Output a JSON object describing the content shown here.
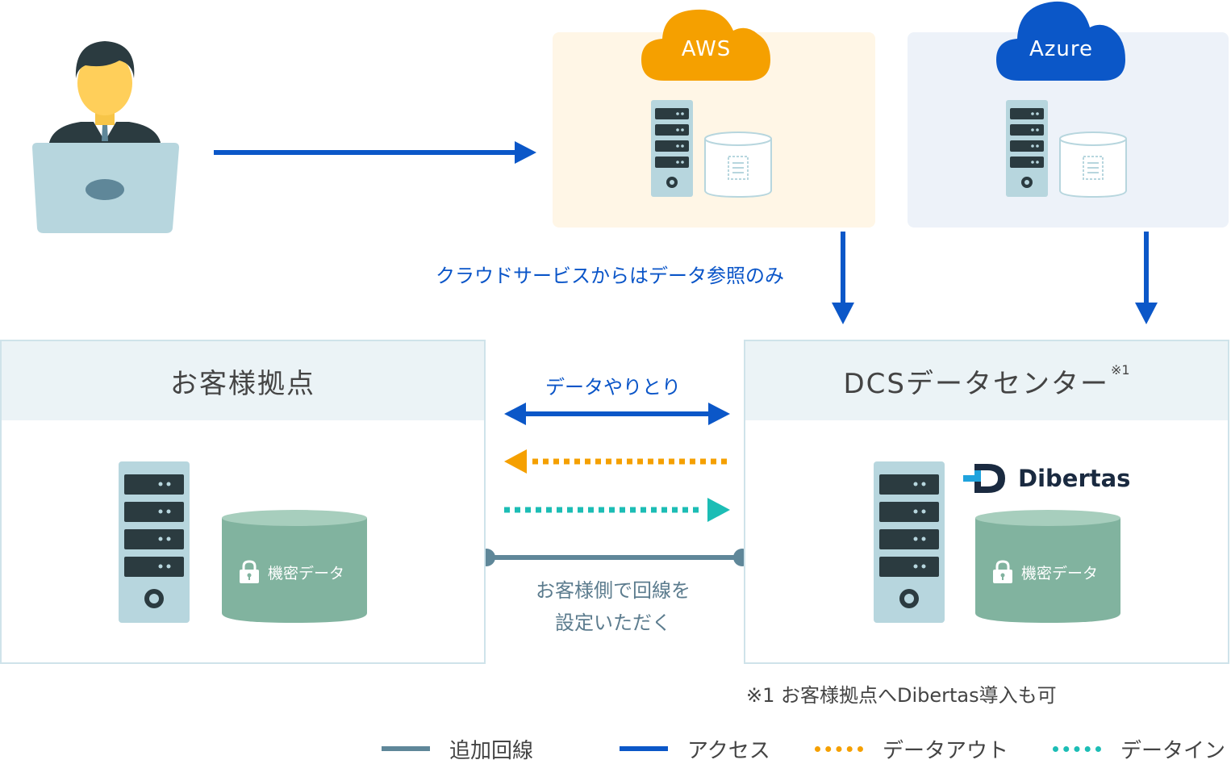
{
  "clouds": {
    "aws": {
      "label": "AWS",
      "color": "#f5a000",
      "bg": "#fff6e6"
    },
    "azure": {
      "label": "Azure",
      "color": "#0b57c8",
      "bg": "#edf2f9"
    }
  },
  "annotations": {
    "cloud_ref": "クラウドサービスからはデータ参照のみ",
    "exchange": "データやりとり",
    "line_setup_1": "お客様側で回線を",
    "line_setup_2": "設定いただく"
  },
  "customer_site": {
    "title": "お客様拠点",
    "db_label": "機密データ"
  },
  "dcs_center": {
    "title": "DCSデータセンター",
    "title_note": "※1",
    "db_label": "機密データ",
    "brand": "Dibertas"
  },
  "footnote": "※1 お客様拠点へDibertas導入も可",
  "legend": [
    {
      "label": "追加回線",
      "color": "#5f8799",
      "style": "solid"
    },
    {
      "label": "アクセス",
      "color": "#0b57c8",
      "style": "solid"
    },
    {
      "label": "データアウト",
      "color": "#f5a000",
      "style": "dotted"
    },
    {
      "label": "データイン",
      "color": "#1cbdb5",
      "style": "dotted"
    }
  ],
  "colors": {
    "access": "#0b57c8",
    "data_out": "#f5a000",
    "data_in": "#1cbdb5",
    "added_line": "#5f8799",
    "db_green": "#81b39f",
    "server": "#b7d6de",
    "server_slot": "#2b3b40"
  },
  "icons": [
    "user-laptop-icon",
    "server-icon",
    "database-icon",
    "lock-icon",
    "cloud-icon",
    "dibertas-logo-icon"
  ]
}
